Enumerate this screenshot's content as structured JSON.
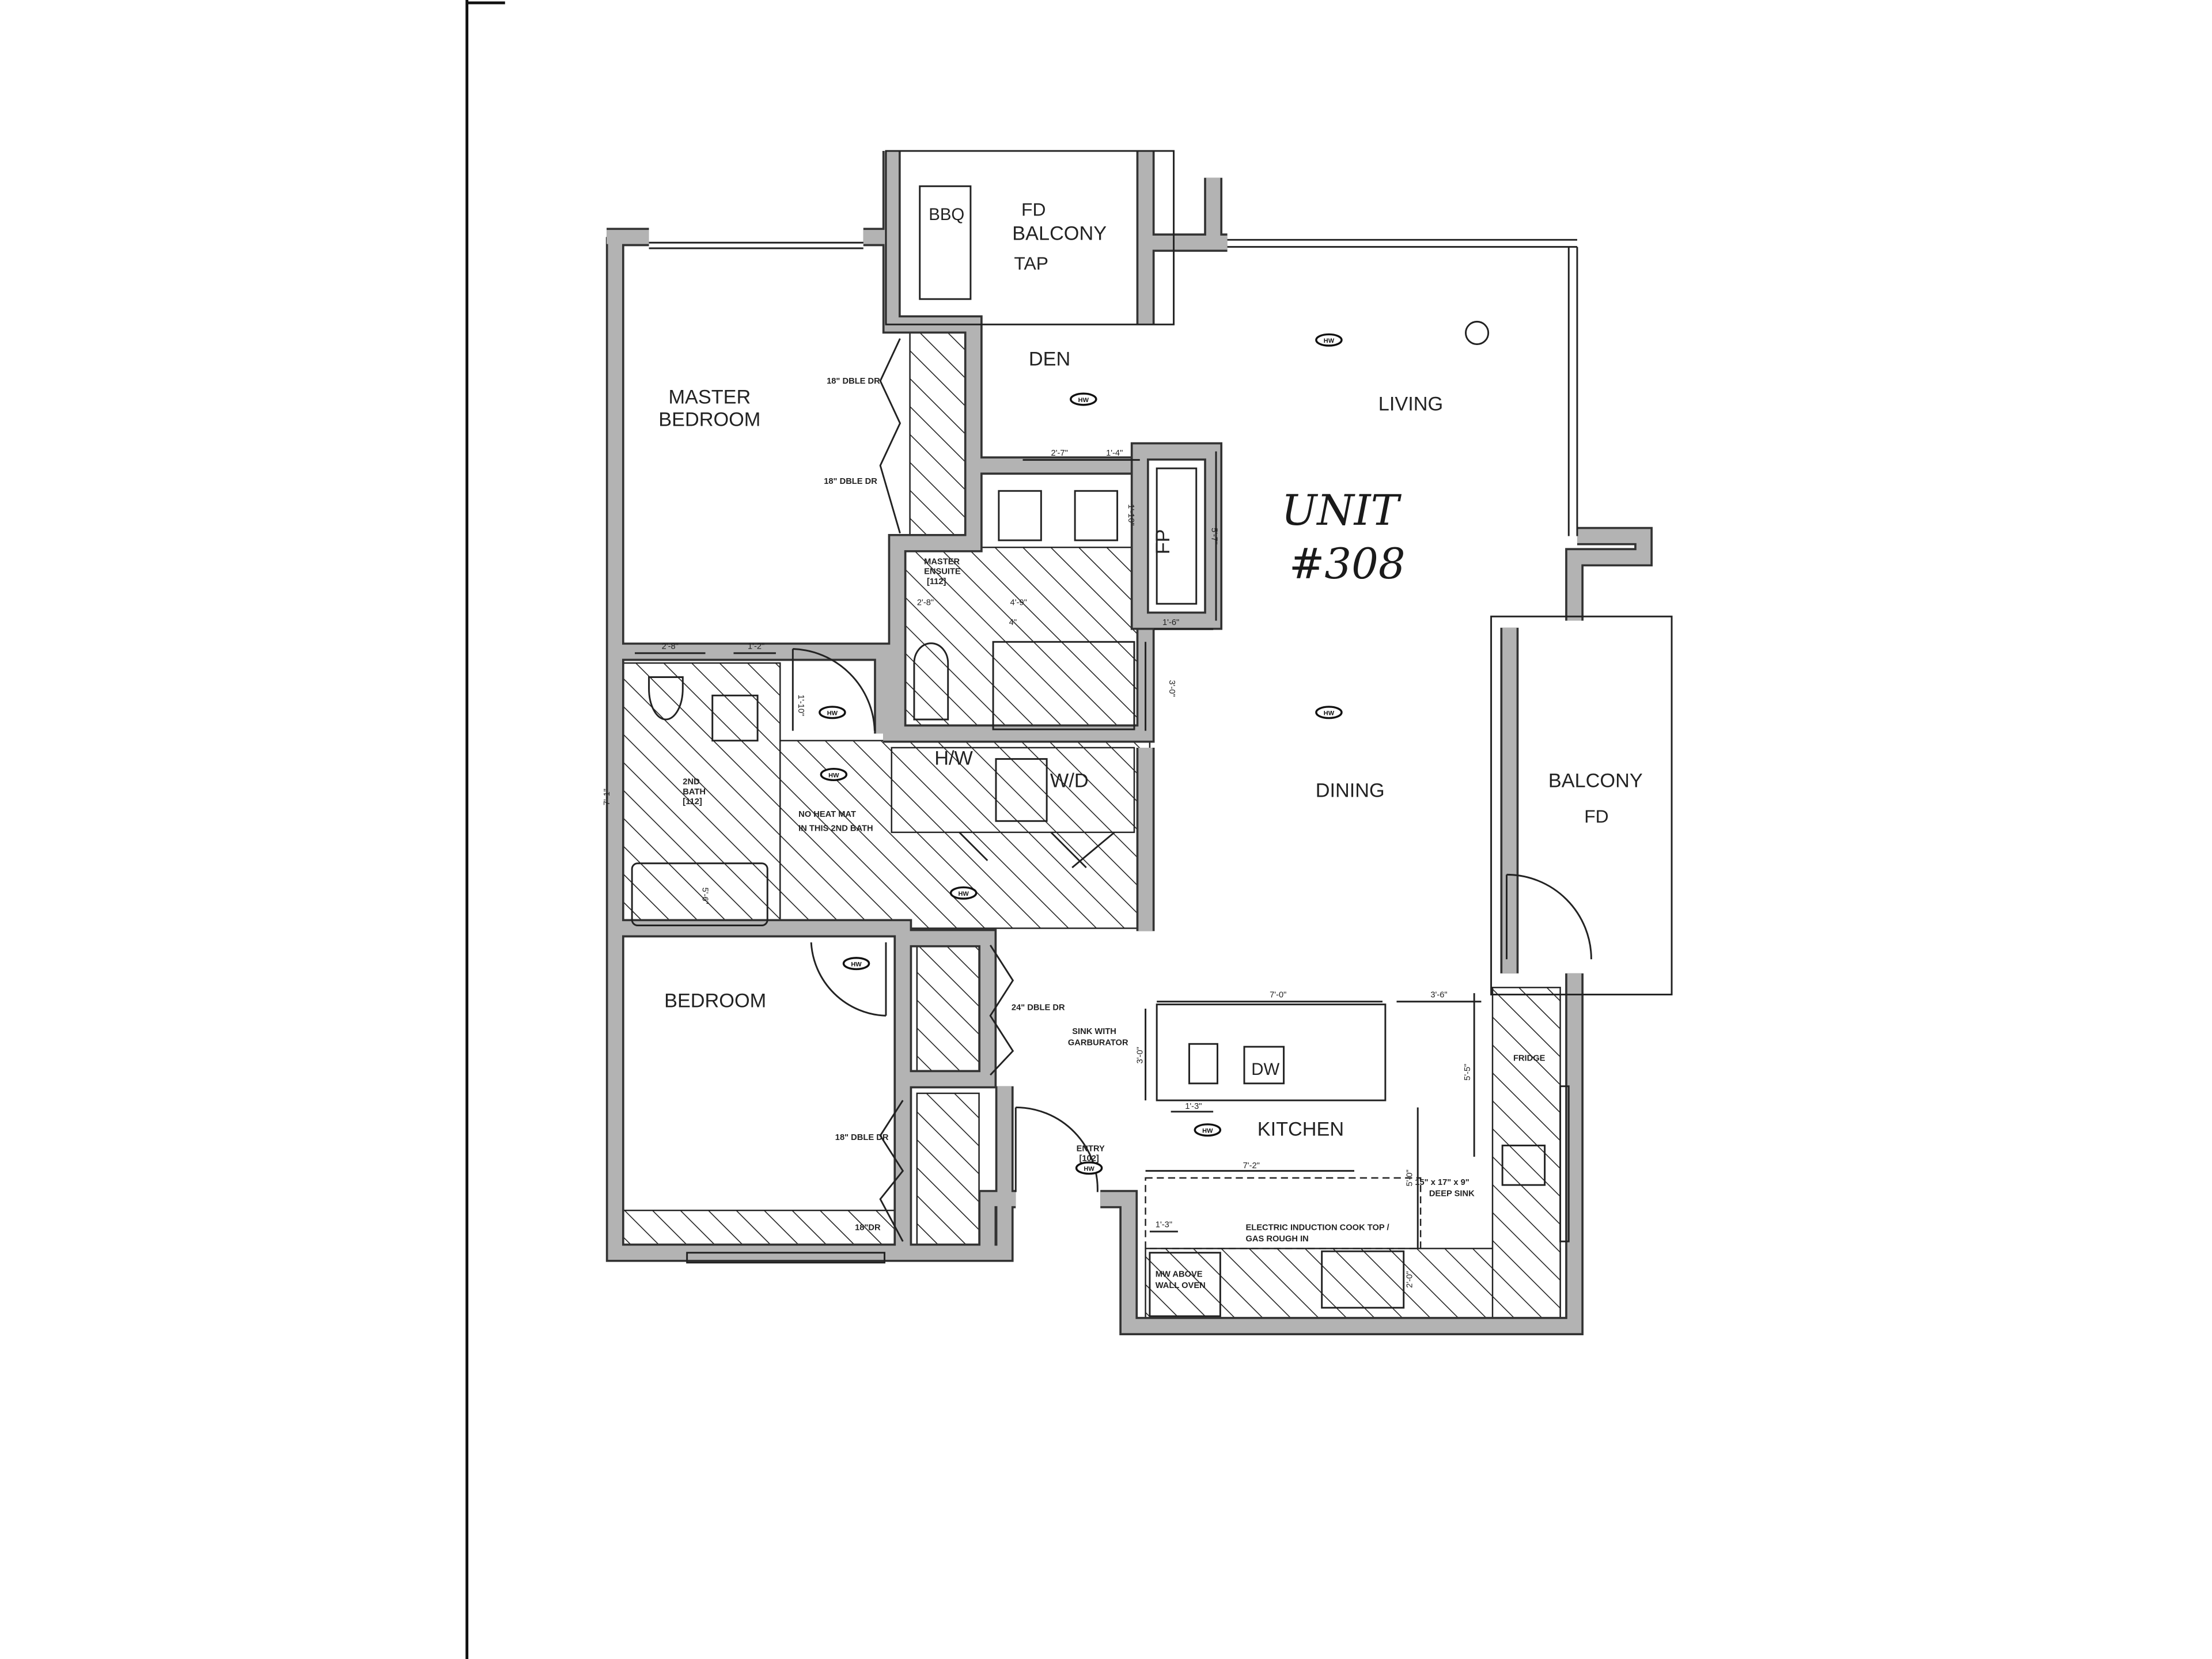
{
  "plan": {
    "unit_handwritten": {
      "line1": "UNIT",
      "line2": "#308"
    },
    "rooms": {
      "master_bedroom_1": "MASTER",
      "master_bedroom_2": "BEDROOM",
      "den": "DEN",
      "living": "LIVING",
      "dining": "DINING",
      "balcony_top": "BALCONY",
      "balcony_right": "BALCONY",
      "bedroom": "BEDROOM",
      "kitchen": "KITCHEN",
      "fireplace": "FP",
      "hot_water": "H/W",
      "washer_dryer": "W/D",
      "dishwasher": "DW",
      "bbq": "BBQ",
      "tap": "TAP",
      "fd_top": "FD",
      "fd_right": "FD",
      "fridge": "FRIDGE"
    },
    "notes": {
      "dble_dr_1": "18\" DBLE DR",
      "dble_dr_2": "18\" DBLE DR",
      "dble_dr_3": "24\" DBLE DR",
      "dble_dr_4": "18\" DBLE DR",
      "dr_18": "18\"DR",
      "sink_garb_1": "SINK WITH",
      "sink_garb_2": "GARBURATOR",
      "deep_sink_1": "15\" x 17\" x 9\"",
      "deep_sink_2": "DEEP SINK",
      "cooktop_1": "ELECTRIC INDUCTION COOK TOP /",
      "cooktop_2": "GAS ROUGH IN",
      "oven_1": "MW ABOVE",
      "oven_2": "WALL OVEN",
      "heat_mat_1": "NO HEAT MAT",
      "heat_mat_2": "IN THIS 2ND BATH",
      "ensuite_1": "MASTER",
      "ensuite_2": "ENSUITE",
      "ensuite_3": "[112]",
      "bath2_1": "2ND",
      "bath2_2": "BATH",
      "bath2_3": "[112]",
      "entry_1": "ENTRY",
      "entry_2": "[102]",
      "hw_marker": "HW"
    },
    "dimensions": {
      "vanity_a": "2'-7\"",
      "vanity_b": "1'-4\"",
      "fp_height": "5'-7\"",
      "vanity_depth": "1'-10\"",
      "fp_depth": "1'-6\"",
      "shower_side": "3'-0\"",
      "ensuite_a": "2'-8\"",
      "ensuite_b": "4'-9\"",
      "ensuite_c": "4\"",
      "bath_a": "2'-8\"",
      "bath_b": "1'-2\"",
      "bath_c": "1'-10\"",
      "bath_side": "7'-1\"",
      "tub": "5'-6\"",
      "island_len": "7'-0\"",
      "aisle": "3'-6\"",
      "island_depth": "3'-0\"",
      "sink_offset": "1'-3\"",
      "fridge_run": "5'-5\"",
      "counter_len": "7'-2\"",
      "counter_side": "5'-0\"",
      "oven_offset": "1'-3\"",
      "cooktop": "2'-0\""
    }
  }
}
